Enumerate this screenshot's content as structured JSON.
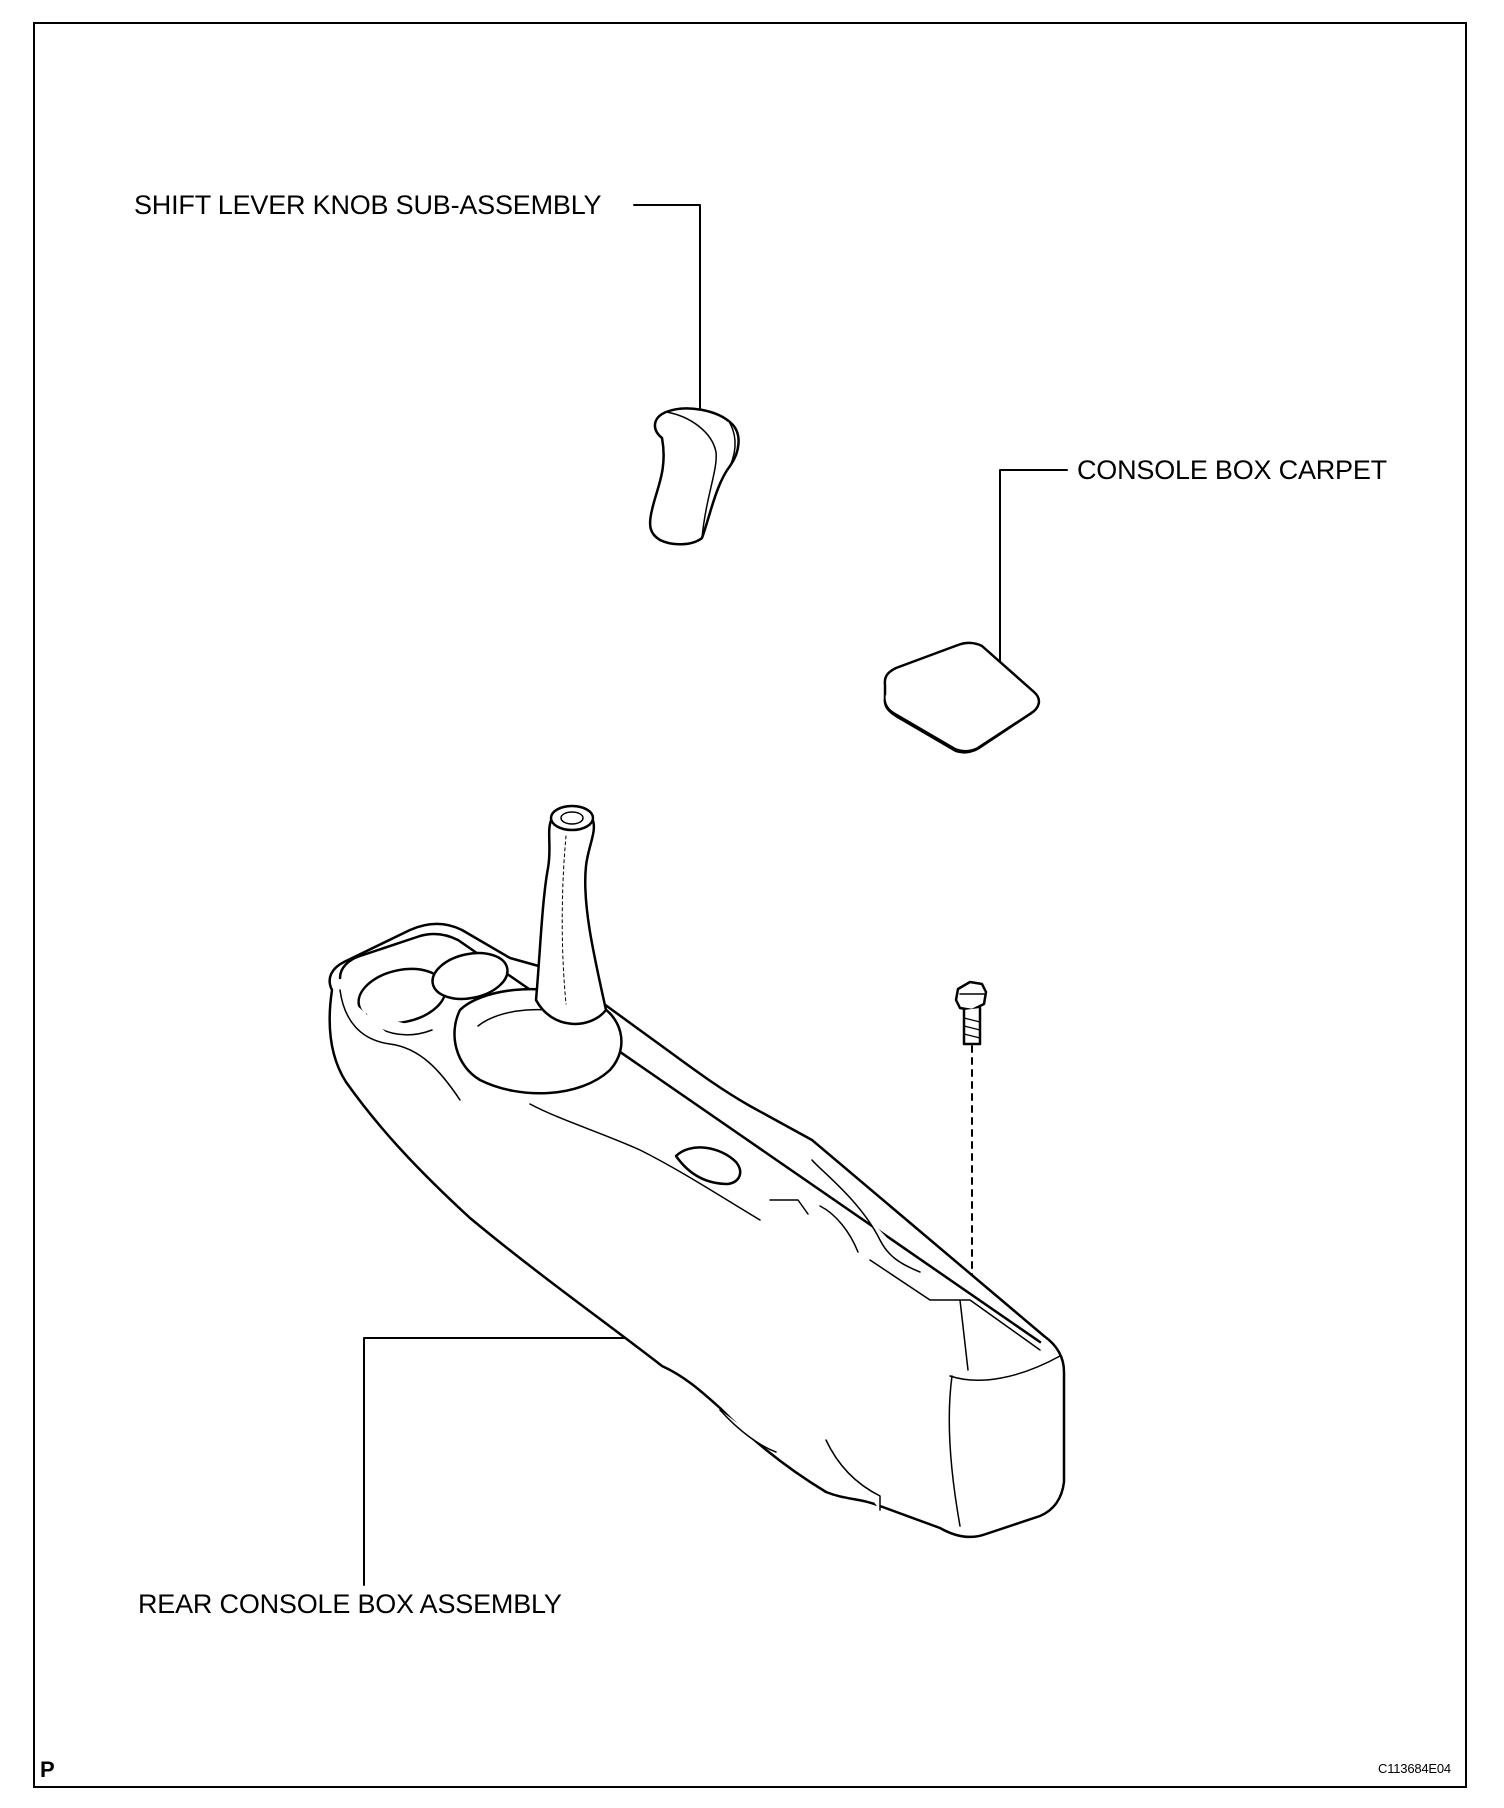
{
  "labels": {
    "shift_lever_knob": "SHIFT LEVER KNOB SUB-ASSEMBLY",
    "console_box_carpet": "CONSOLE BOX CARPET",
    "rear_console_box": "REAR CONSOLE BOX ASSEMBLY"
  },
  "corner_marker": "P",
  "figure_code": "C113684E04"
}
